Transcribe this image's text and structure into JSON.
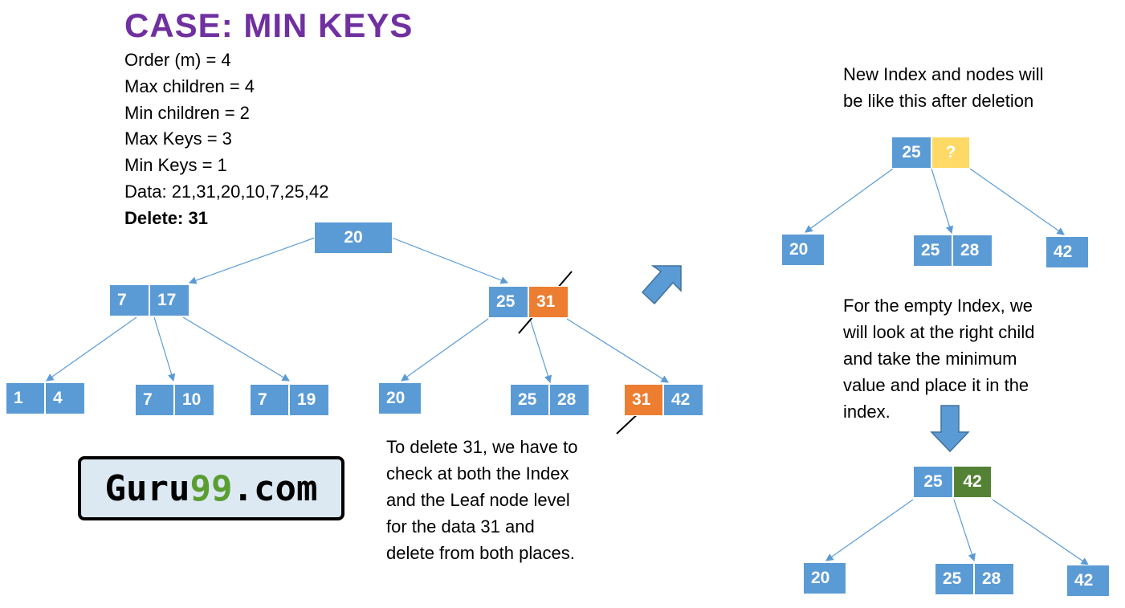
{
  "title": "CASE: MIN KEYS",
  "info": [
    "Order (m) = 4",
    "Max children = 4",
    "Min children = 2",
    "Max Keys = 3",
    "Min Keys = 1",
    "Data: 21,31,20,10,7,25,42"
  ],
  "delete_label": "Delete: 31",
  "tree_before": {
    "root": [
      "20"
    ],
    "left_index": [
      "7",
      "17"
    ],
    "right_index": [
      "25",
      "31"
    ],
    "leaves": [
      [
        "1",
        "4"
      ],
      [
        "7",
        "10"
      ],
      [
        "7",
        "19"
      ],
      [
        "20"
      ],
      [
        "25",
        "28"
      ],
      [
        "31",
        "42"
      ]
    ]
  },
  "note_delete": [
    "To delete 31, we have to",
    "check at both the Index",
    "and the Leaf node level",
    "for the data 31 and",
    "delete from both places."
  ],
  "note_after": [
    "New Index and nodes will",
    "be like this after deletion"
  ],
  "tree_after": {
    "index": [
      "25",
      "?"
    ],
    "leaves": [
      [
        "20"
      ],
      [
        "25",
        "28"
      ],
      [
        "42"
      ]
    ]
  },
  "note_empty": [
    "For the empty Index, we",
    "will look at the right child",
    "and take the minimum",
    "value and place it in the",
    "index."
  ],
  "tree_final": {
    "index": [
      "25",
      "42"
    ],
    "leaves": [
      [
        "20"
      ],
      [
        "25",
        "28"
      ],
      [
        "42"
      ]
    ]
  },
  "logo": {
    "prefix": "Guru",
    "accent": "99",
    "suffix": ".com"
  },
  "colors": {
    "node": "#5b9bd5",
    "deleted": "#ed7d31",
    "empty": "#ffd966",
    "new_key": "#548235",
    "title": "#7030a0"
  }
}
